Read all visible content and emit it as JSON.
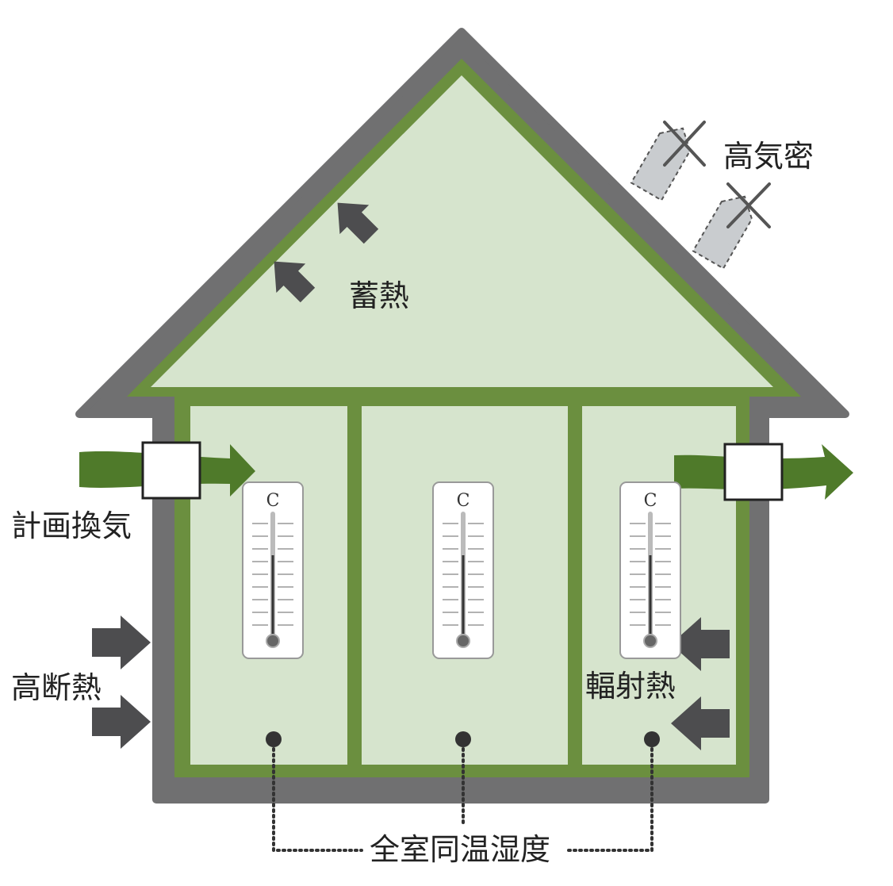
{
  "labels": {
    "heat_storage": "蓄熱",
    "airtight": "高気密",
    "ventilation": "計画換気",
    "insulation": "高断熱",
    "radiant_heat": "輻射熱",
    "uniform_temp_humidity": "全室同温湿度"
  },
  "thermometer_unit": "C",
  "colors": {
    "outer_wall": "#707071",
    "inner_wall": "#6b8f3f",
    "interior": "#d6e4cd",
    "dark_arrow": "#4d4d4f",
    "green_arrow": "#4f7a2a",
    "leak_fill": "#c9cccf"
  }
}
